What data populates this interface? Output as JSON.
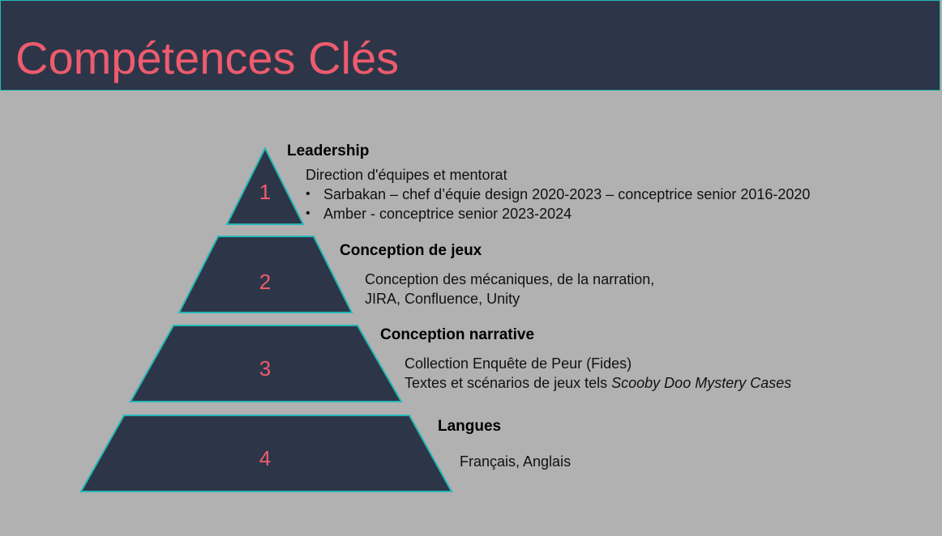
{
  "slide": {
    "title": "Compétences Clés"
  },
  "colors": {
    "title_bar_bg": "#2d3648",
    "title_text": "#ee5b6e",
    "slide_bg": "#b1b1b1",
    "tier_fill": "#2d3648",
    "tier_stroke": "#25b8b8",
    "tier_number": "#ee5b6e"
  },
  "tiers": [
    {
      "number": "1",
      "heading": "Leadership",
      "intro": "Direction d'équipes et mentorat",
      "bullets": [
        "Sarbakan – chef d’équie design 2020-2023 – conceptrice senior 2016-2020",
        "Amber - conceptrice senior 2023-2024"
      ]
    },
    {
      "number": "2",
      "heading": "Conception de jeux",
      "lines": [
        "Conception des mécaniques, de la narration,",
        "JIRA, Confluence, Unity"
      ]
    },
    {
      "number": "3",
      "heading": "Conception narrative",
      "lines": [
        "Collection Enquête de Peur (Fides)"
      ],
      "line2_prefix": "Textes et scénarios de jeux tels ",
      "line2_italic": "Scooby Doo Mystery Cases"
    },
    {
      "number": "4",
      "heading": "Langues",
      "lines": [
        "Français, Anglais"
      ]
    }
  ],
  "bullet_glyph": "•"
}
